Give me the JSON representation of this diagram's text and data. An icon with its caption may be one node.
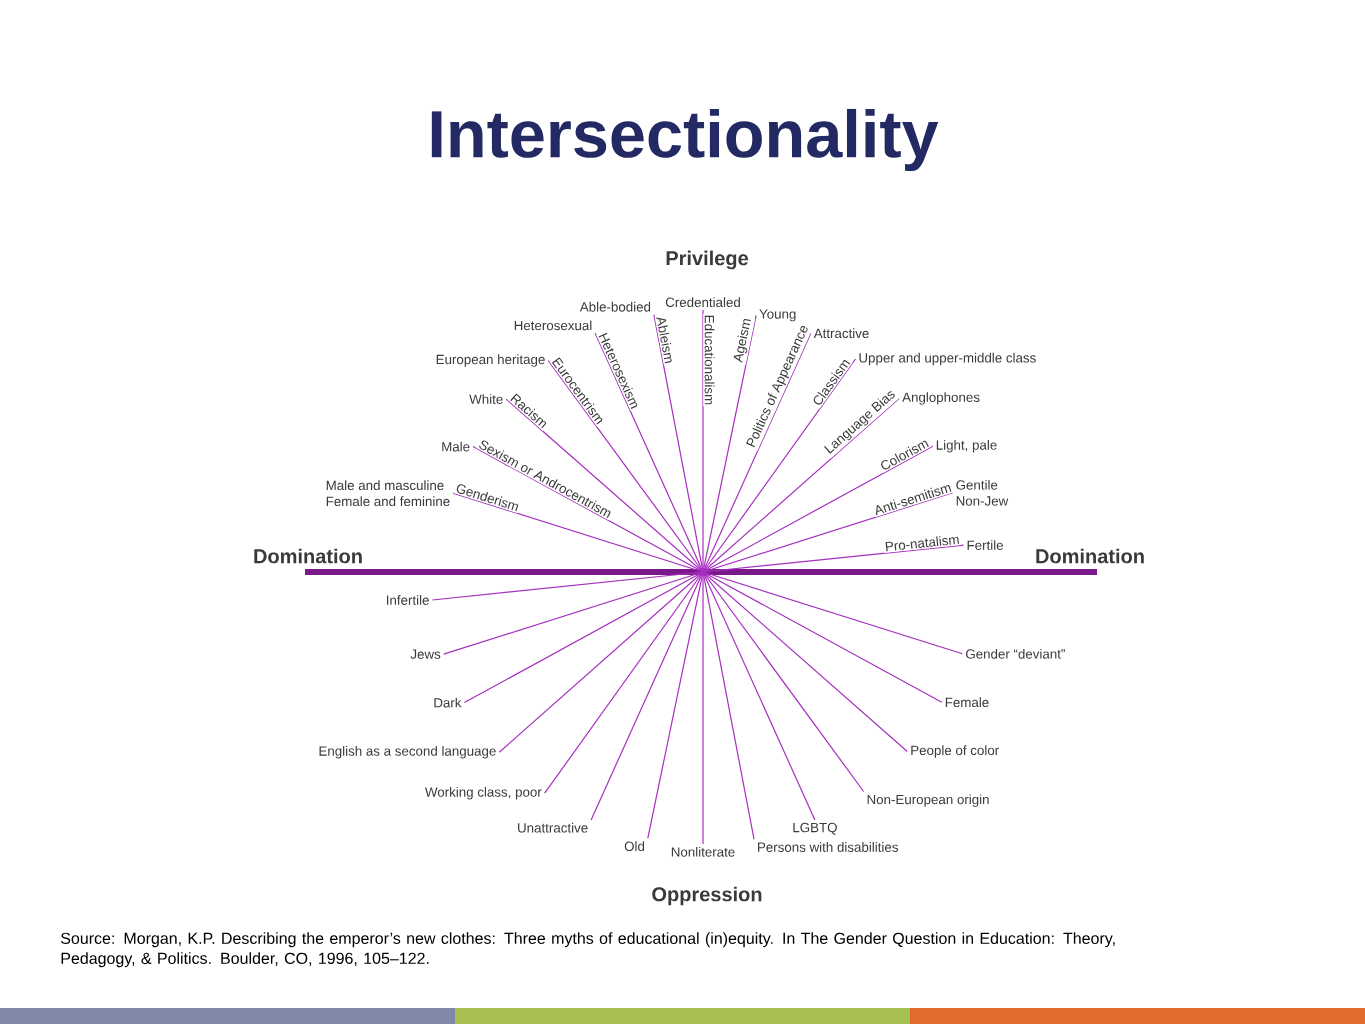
{
  "diagram": {
    "title": "Intersectionality",
    "caption": "Source: Morgan, K.P. Describing the emperor’s new clothes: Three myths of educational (in)equity. In The Gender Question in Education: Theory, Pedagogy, & Politics. Boulder, CO, 1996, 105–122.",
    "nodes": [
      {
        "text": [
          "Male and masculine",
          "Female and feminine"
        ]
      },
      {
        "text": [
          "Male"
        ]
      },
      {
        "text": [
          "White"
        ]
      },
      {
        "text": [
          "European heritage"
        ]
      },
      {
        "text": [
          "Heterosexual"
        ]
      },
      {
        "text": [
          "Able-bodied"
        ]
      },
      {
        "text": [
          "Credentialed"
        ]
      },
      {
        "text": [
          "Young"
        ]
      },
      {
        "text": [
          "Attractive"
        ]
      },
      {
        "text": [
          "Upper and upper-middle class"
        ]
      },
      {
        "text": [
          "Anglophones"
        ]
      },
      {
        "text": [
          "Light, pale"
        ]
      },
      {
        "text": [
          "Gentile",
          "Non-Jew"
        ]
      },
      {
        "text": [
          "Fertile"
        ]
      },
      {
        "text": [
          "Gender “deviant”"
        ]
      },
      {
        "text": [
          "Female"
        ]
      },
      {
        "text": [
          "People of color"
        ]
      },
      {
        "text": [
          "Non-European origin"
        ]
      },
      {
        "text": [
          "LGBTQ"
        ]
      },
      {
        "text": [
          "Persons with disabilities"
        ]
      },
      {
        "text": [
          "Nonliterate"
        ]
      },
      {
        "text": [
          "Old"
        ]
      },
      {
        "text": [
          "Unattractive"
        ]
      },
      {
        "text": [
          "Working class, poor"
        ]
      },
      {
        "text": [
          "English as a second language"
        ]
      },
      {
        "text": [
          "Dark"
        ]
      },
      {
        "text": [
          "Jews"
        ]
      },
      {
        "text": [
          "Infertile"
        ]
      }
    ],
    "edges": [
      {
        "from": 0,
        "to": 14,
        "arrow": "none",
        "label": "Genderism"
      },
      {
        "from": 1,
        "to": 15,
        "arrow": "none",
        "label": "Sexism or Androcentrism"
      },
      {
        "from": 2,
        "to": 16,
        "arrow": "none",
        "label": "Racism"
      },
      {
        "from": 3,
        "to": 17,
        "arrow": "none",
        "label": "Eurocentrism"
      },
      {
        "from": 4,
        "to": 18,
        "arrow": "none",
        "label": "Heterosexism"
      },
      {
        "from": 5,
        "to": 19,
        "arrow": "none",
        "label": "Ableism"
      },
      {
        "from": 6,
        "to": 20,
        "arrow": "none",
        "label": "Educationalism"
      },
      {
        "from": 7,
        "to": 21,
        "arrow": "none",
        "label": "Ageism"
      },
      {
        "from": 8,
        "to": 22,
        "arrow": "none",
        "label": "Politics of Appearance"
      },
      {
        "from": 9,
        "to": 23,
        "arrow": "none",
        "label": "Classism"
      },
      {
        "from": 10,
        "to": 24,
        "arrow": "none",
        "label": "Language Bias"
      },
      {
        "from": 11,
        "to": 25,
        "arrow": "none",
        "label": "Colorism"
      },
      {
        "from": 12,
        "to": 26,
        "arrow": "none",
        "label": "Anti-semitism"
      },
      {
        "from": 13,
        "to": 27,
        "arrow": "none",
        "label": "Pro-natalism"
      }
    ],
    "labels": [
      "Privilege",
      "Domination",
      "Domination",
      "Oppression"
    ]
  }
}
